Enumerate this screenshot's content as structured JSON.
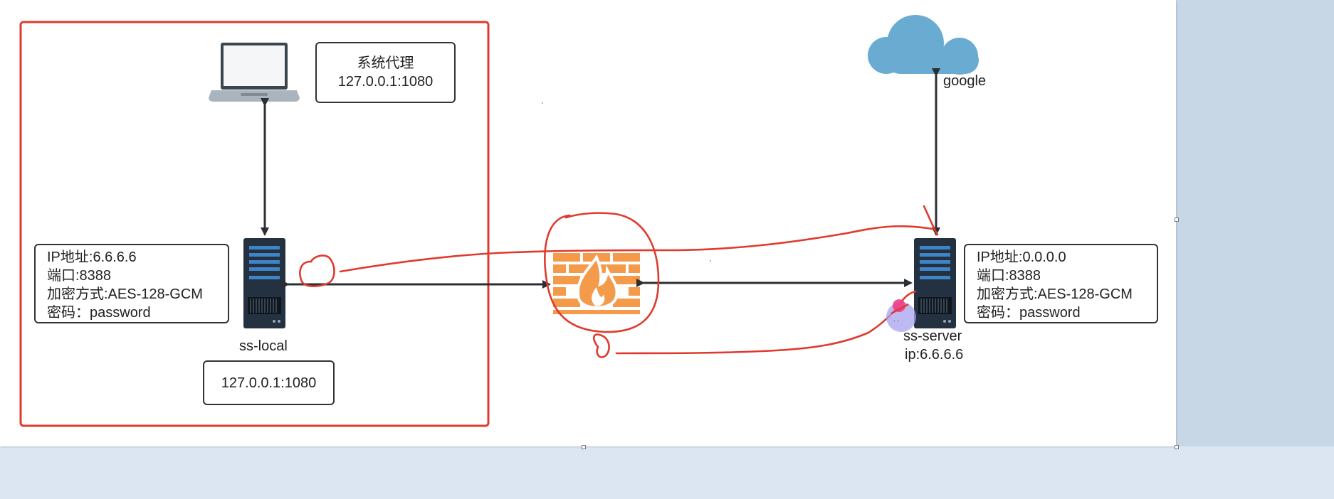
{
  "proxy_box": {
    "title": "系统代理",
    "address": "127.0.0.1:1080"
  },
  "local_info": {
    "lines": [
      "IP地址:6.6.6.6",
      "端口:8388",
      "加密方式:AES-128-GCM",
      "密码：password"
    ]
  },
  "local_label": "ss-local",
  "local_address": "127.0.0.1:1080",
  "server_info": {
    "lines": [
      "IP地址:0.0.0.0",
      "端口:8388",
      "加密方式:AES-128-GCM",
      "密码：password"
    ]
  },
  "server_label": "ss-server",
  "server_ip": "ip:6.6.6.6",
  "cloud_label": "google",
  "colors": {
    "annotation_red": "#e03a2e",
    "cloud_blue": "#6aabd2",
    "firewall_orange": "#f39a4b",
    "server_navy": "#233140",
    "arrow_dark": "#2b2f33"
  },
  "icons": [
    "laptop-icon",
    "server-icon",
    "firewall-icon",
    "cloud-icon"
  ]
}
